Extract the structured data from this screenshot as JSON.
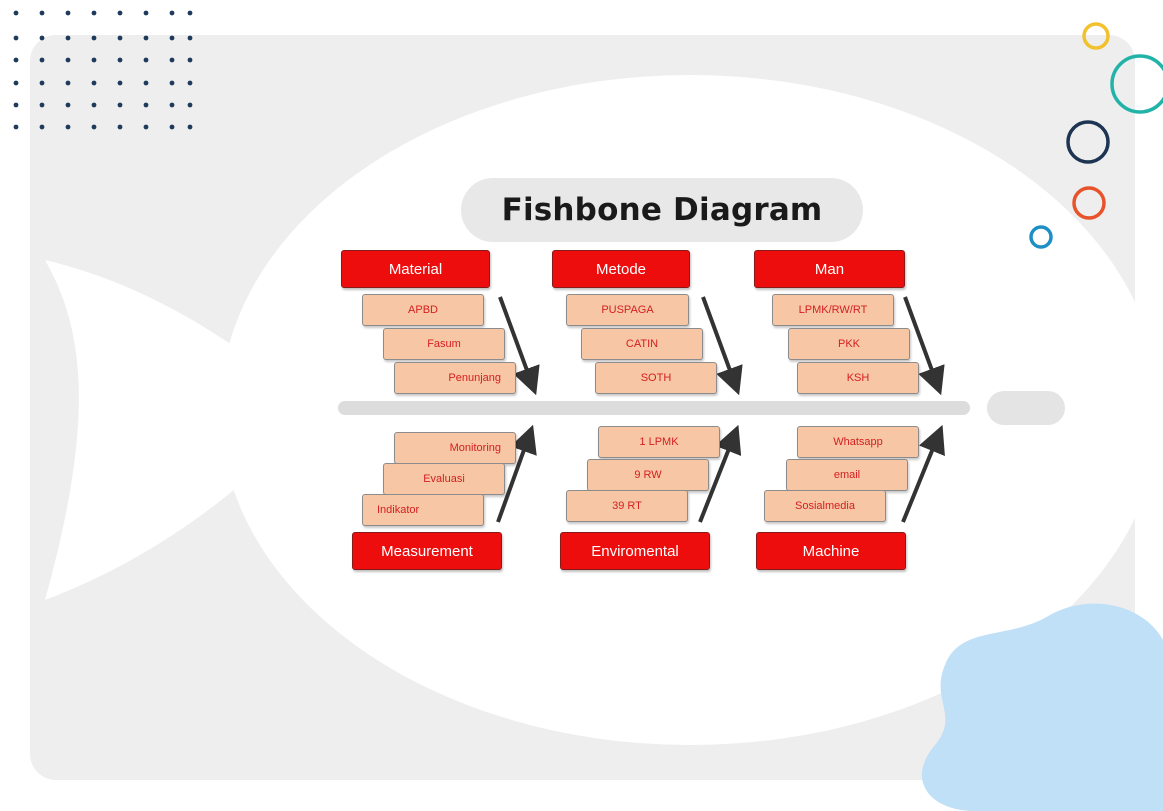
{
  "diagram": {
    "title": "Fishbone Diagram",
    "categories": {
      "material": {
        "label": "Material",
        "items": [
          "APBD",
          "Fasum",
          "Penunjang"
        ]
      },
      "metode": {
        "label": "Metode",
        "items": [
          "PUSPAGA",
          "CATIN",
          "SOTH"
        ]
      },
      "man": {
        "label": "Man",
        "items": [
          "LPMK/RW/RT",
          "PKK",
          "KSH"
        ]
      },
      "measurement": {
        "label": "Measurement",
        "items": [
          "Monitoring",
          "Evaluasi",
          "Indikator"
        ]
      },
      "enviromental": {
        "label": "Enviromental",
        "items": [
          "1 LPMK",
          "9 RW",
          "39 RT"
        ]
      },
      "machine": {
        "label": "Machine",
        "items": [
          "Whatsapp",
          "email",
          "Sosialmedia"
        ]
      }
    }
  },
  "colors": {
    "category_fill": "#ee0d0d",
    "item_fill": "#f7c6a5",
    "item_text": "#d42020",
    "fish_body": "#ffffff",
    "panel": "#eeeeee",
    "blob": "#bfe0f7"
  }
}
